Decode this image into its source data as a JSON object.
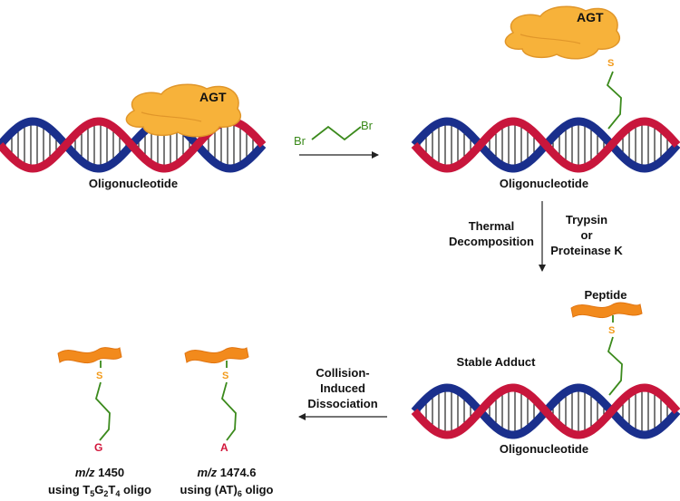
{
  "labels": {
    "oligo_tl": "Oligonucleotide",
    "oligo_tr": "Oligonucleotide",
    "oligo_br": "Oligonucleotide",
    "agt_left": "AGT",
    "agt_right": "AGT",
    "reagent_br1": "Br",
    "reagent_br2": "Br",
    "s_top": "S",
    "s_mid": "S",
    "s_bl1": "S",
    "s_bl2": "S",
    "thermal_1": "Thermal",
    "thermal_2": "Decomposition",
    "trypsin_1": "Trypsin",
    "trypsin_2": "or",
    "trypsin_3": "Proteinase K",
    "peptide": "Peptide",
    "stable_adduct": "Stable Adduct",
    "cid_1": "Collision-",
    "cid_2": "Induced",
    "cid_3": "Dissociation",
    "base_g": "G",
    "base_a": "A",
    "mz1_italic": "m/z",
    "mz1_value": " 1450",
    "mz2_italic": "m/z",
    "mz2_value": " 1474.6",
    "using1_prefix": "using T",
    "using1_sub1": "5",
    "using1_g": "G",
    "using1_sub2": "2",
    "using1_t": "T",
    "using1_sub3": "4",
    "using1_suffix": " oligo",
    "using2_prefix": "using (AT)",
    "using2_sub": "6",
    "using2_suffix": " oligo"
  },
  "colors": {
    "strand_red": "#c8163c",
    "strand_blue": "#1a2f8c",
    "agt_fill": "#f7b23a",
    "peptide_fill": "#f28a1c",
    "linker_green": "#3b8a1c",
    "sulfur_orange": "#f29a1a"
  }
}
